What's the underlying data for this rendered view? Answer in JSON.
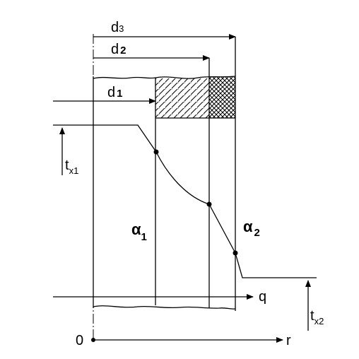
{
  "labels": {
    "d3": {
      "main": "d",
      "sub": "3"
    },
    "d2": {
      "main": "d",
      "sub": "2"
    },
    "d1": {
      "main": "d",
      "sub": "1"
    },
    "tx1": {
      "main": "t",
      "sub": "x1"
    },
    "tx2": {
      "main": "t",
      "sub": "x2"
    },
    "alpha1": {
      "main": "α",
      "sub": "1"
    },
    "alpha2": {
      "main": "α",
      "sub": "2"
    },
    "q": "q",
    "r": "r",
    "origin": "0"
  },
  "colors": {
    "line": "#000000",
    "background": "#ffffff"
  }
}
